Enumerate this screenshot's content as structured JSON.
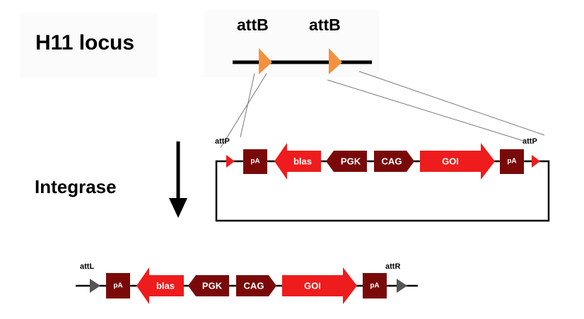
{
  "locus": {
    "title": "H11 locus",
    "attb_left": "attB",
    "attb_right": "attB"
  },
  "plasmid": {
    "attp_left": "attP",
    "attp_right": "attP",
    "elements": {
      "pa1": "pA",
      "blas": "blas",
      "pgk": "PGK",
      "cag": "CAG",
      "goi": "GOI",
      "pa2": "pA"
    }
  },
  "step": {
    "label": "Integrase"
  },
  "product": {
    "attl": "attL",
    "attr": "attR",
    "elements": {
      "pa1": "pA",
      "blas": "blas",
      "pgk": "PGK",
      "cag": "CAG",
      "goi": "GOI",
      "pa2": "pA"
    }
  },
  "colors": {
    "dark_red": "#7a0a0a",
    "red": "#ee1c1c",
    "orange": "#f4913d",
    "gray": "#555555"
  }
}
